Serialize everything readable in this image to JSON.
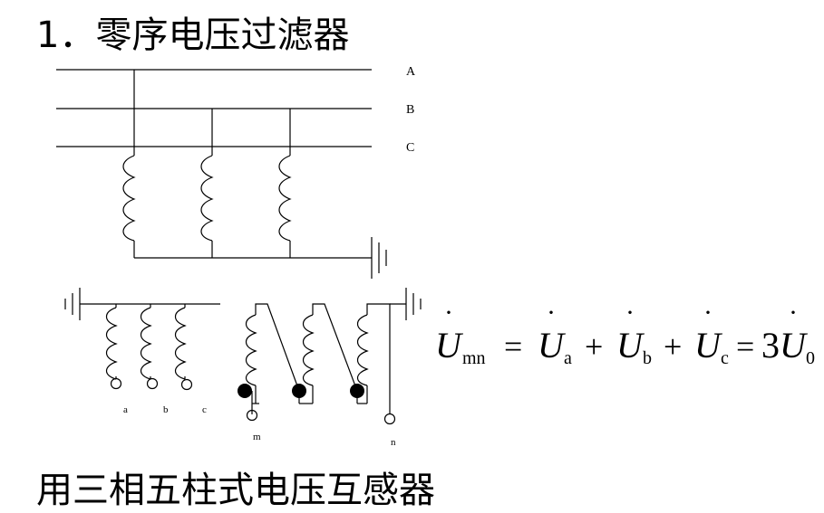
{
  "title": "1．零序电压过滤器",
  "caption": "用三相五柱式电压互感器",
  "bus_labels": [
    "A",
    "B",
    "C"
  ],
  "secondary_labels": [
    "a",
    "b",
    "c"
  ],
  "terminal_labels": {
    "m": "m",
    "n": "n"
  },
  "equation": {
    "lhs_base": "U",
    "lhs_sub": "mn",
    "eq1": "=",
    "t1_base": "U",
    "t1_sub": "a",
    "plus1": "+",
    "t2_base": "U",
    "t2_sub": "b",
    "plus2": "+",
    "t3_base": "U",
    "t3_sub": "c",
    "eq2": "=",
    "coef": "3",
    "t4_base": "U",
    "t4_sub": "0"
  }
}
